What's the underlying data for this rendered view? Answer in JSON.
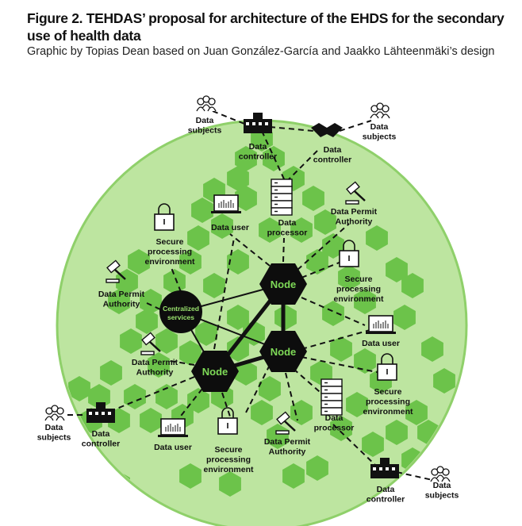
{
  "title": "Figure 2. TEHDAS’ proposal for architecture of the EHDS for the secondary use of health data",
  "subtitle": "Graphic by Topias Dean based on Juan González-García and Jaakko Lähteenmäki’s design",
  "colors": {
    "circle": "#bde5a0",
    "patch": "#6cc34a",
    "node": "#0d0d0d",
    "node_text": "#7ed957"
  },
  "nodes": [
    "Node",
    "Node",
    "Node"
  ],
  "central": [
    "Centralized",
    "services"
  ],
  "labels": {
    "ds1": [
      "Data",
      "subjects"
    ],
    "dc1": [
      "Data",
      "controller"
    ],
    "dc2": [
      "Data",
      "controller"
    ],
    "ds2": [
      "Data",
      "subjects"
    ],
    "dp1": [
      "Data",
      "processor"
    ],
    "du1": [
      "Data user"
    ],
    "dpa1": [
      "Data Permit",
      "Authority"
    ],
    "spe1": [
      "Secure",
      "processing",
      "environment"
    ],
    "dpa2": [
      "Data Permit",
      "Authority"
    ],
    "spe2": [
      "Secure",
      "processing",
      "environment"
    ],
    "du2": [
      "Data user"
    ],
    "spe3": [
      "Secure",
      "processing",
      "environment"
    ],
    "dp2": [
      "Data",
      "processor"
    ],
    "dpa3": [
      "Data Permit",
      "Authority"
    ],
    "ds3": [
      "Data",
      "subjects"
    ],
    "dc3": [
      "Data",
      "controller"
    ],
    "du3": [
      "Data user"
    ],
    "spe4": [
      "Secure",
      "processing",
      "environment"
    ],
    "dpa4": [
      "Data Permit",
      "Authority"
    ],
    "dc4": [
      "Data",
      "controller"
    ],
    "ds4": [
      "Data",
      "subjects"
    ]
  }
}
